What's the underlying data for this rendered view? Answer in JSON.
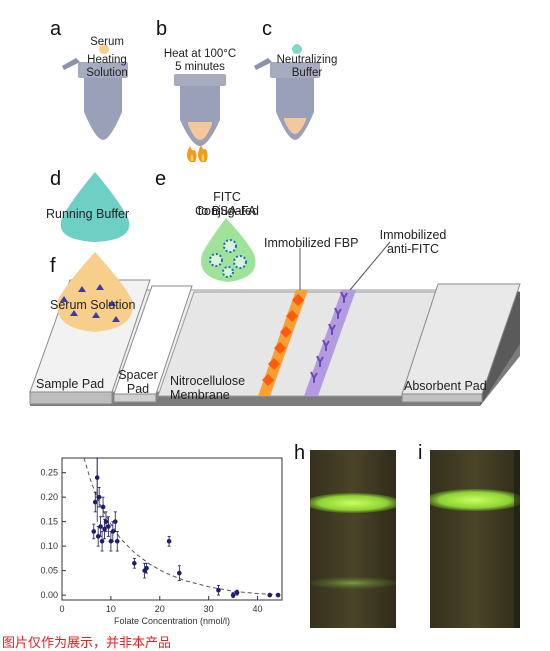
{
  "panels": {
    "a": {
      "label": "a",
      "serum": "Serum",
      "heating": "Heating Solution"
    },
    "b": {
      "label": "b",
      "heat_line1": "Heat at 100°C",
      "heat_line2": "5 minutes"
    },
    "c": {
      "label": "c",
      "neutralizing": "Neutralizing Buffer"
    },
    "d": {
      "label": "d",
      "text": "Running Buffer"
    },
    "e": {
      "label": "e",
      "line1": "FITC Conjugated",
      "line2": "to BSA-FA"
    },
    "f": {
      "label": "f",
      "text": "Serum Solution"
    },
    "h": {
      "label": "h"
    },
    "i": {
      "label": "i"
    }
  },
  "strip": {
    "immobilized_fbp": "Immobilized FBP",
    "immobilized_antifitc_line1": "Immobilized",
    "immobilized_antifitc_line2": "anti-FITC",
    "sample_pad": "Sample Pad",
    "spacer_line1": "Spacer",
    "spacer_line2": "Pad",
    "nitro_line1": "Nitrocellulose",
    "nitro_line2": "Membrane",
    "absorbent_pad": "Absorbent Pad"
  },
  "colors": {
    "tube": "#9aa0b8",
    "flame": "#f5a020",
    "running_buffer": "#6ecfc4",
    "fitc_drop": "#9fe39a",
    "serum_drop": "#f8cf8a",
    "fbp_line": "#ff7a18",
    "antifitc_line": "#a48ad8",
    "membrane": "#e6e6e6",
    "test_band": "#a8e84a"
  },
  "chart_data": {
    "type": "scatter",
    "xlabel": "Folate Concentration (nmol/l)",
    "ylabel": "",
    "xlim": [
      0,
      45
    ],
    "ylim": [
      -0.01,
      0.28
    ],
    "xticks": [
      0,
      10,
      20,
      30,
      40
    ],
    "yticks": [
      0.0,
      0.05,
      0.1,
      0.15,
      0.2,
      0.25
    ],
    "ytick_labels": [
      "0.00",
      "0.05",
      "0.10",
      "0.15",
      "0.20",
      "0.25"
    ],
    "points": [
      {
        "x": 6.5,
        "y": 0.13,
        "err": 0.015
      },
      {
        "x": 6.8,
        "y": 0.19,
        "err": 0.02
      },
      {
        "x": 7.2,
        "y": 0.24,
        "err": 0.04
      },
      {
        "x": 7.4,
        "y": 0.12,
        "err": 0.02
      },
      {
        "x": 7.6,
        "y": 0.2,
        "err": 0.02
      },
      {
        "x": 7.9,
        "y": 0.14,
        "err": 0.02
      },
      {
        "x": 8.2,
        "y": 0.11,
        "err": 0.02
      },
      {
        "x": 8.4,
        "y": 0.18,
        "err": 0.02
      },
      {
        "x": 8.7,
        "y": 0.135,
        "err": 0.02
      },
      {
        "x": 9.0,
        "y": 0.15,
        "err": 0.02
      },
      {
        "x": 9.5,
        "y": 0.14,
        "err": 0.02
      },
      {
        "x": 10.0,
        "y": 0.11,
        "err": 0.02
      },
      {
        "x": 10.4,
        "y": 0.13,
        "err": 0.02
      },
      {
        "x": 10.9,
        "y": 0.15,
        "err": 0.02
      },
      {
        "x": 11.3,
        "y": 0.11,
        "err": 0.02
      },
      {
        "x": 14.8,
        "y": 0.065,
        "err": 0.01
      },
      {
        "x": 16.9,
        "y": 0.05,
        "err": 0.015
      },
      {
        "x": 17.3,
        "y": 0.055,
        "err": 0.01
      },
      {
        "x": 21.9,
        "y": 0.11,
        "err": 0.01
      },
      {
        "x": 24.0,
        "y": 0.045,
        "err": 0.015
      },
      {
        "x": 32.0,
        "y": 0.01,
        "err": 0.01
      },
      {
        "x": 35.0,
        "y": 0.0,
        "err": 0.005
      },
      {
        "x": 35.8,
        "y": 0.005,
        "err": 0.005
      },
      {
        "x": 42.5,
        "y": 0.0,
        "err": 0.002
      },
      {
        "x": 44.2,
        "y": 0.0,
        "err": 0.002
      }
    ],
    "fit_curve": [
      {
        "x": 4.5,
        "y": 0.28
      },
      {
        "x": 6,
        "y": 0.23
      },
      {
        "x": 8,
        "y": 0.18
      },
      {
        "x": 10,
        "y": 0.145
      },
      {
        "x": 12,
        "y": 0.115
      },
      {
        "x": 15,
        "y": 0.085
      },
      {
        "x": 18,
        "y": 0.063
      },
      {
        "x": 21,
        "y": 0.046
      },
      {
        "x": 25,
        "y": 0.03
      },
      {
        "x": 30,
        "y": 0.017
      },
      {
        "x": 35,
        "y": 0.008
      },
      {
        "x": 40,
        "y": 0.003
      },
      {
        "x": 44,
        "y": 0.001
      }
    ],
    "grid": false,
    "legend": "none"
  },
  "footer": {
    "note": "图片仅作为展示，并非本产品"
  }
}
